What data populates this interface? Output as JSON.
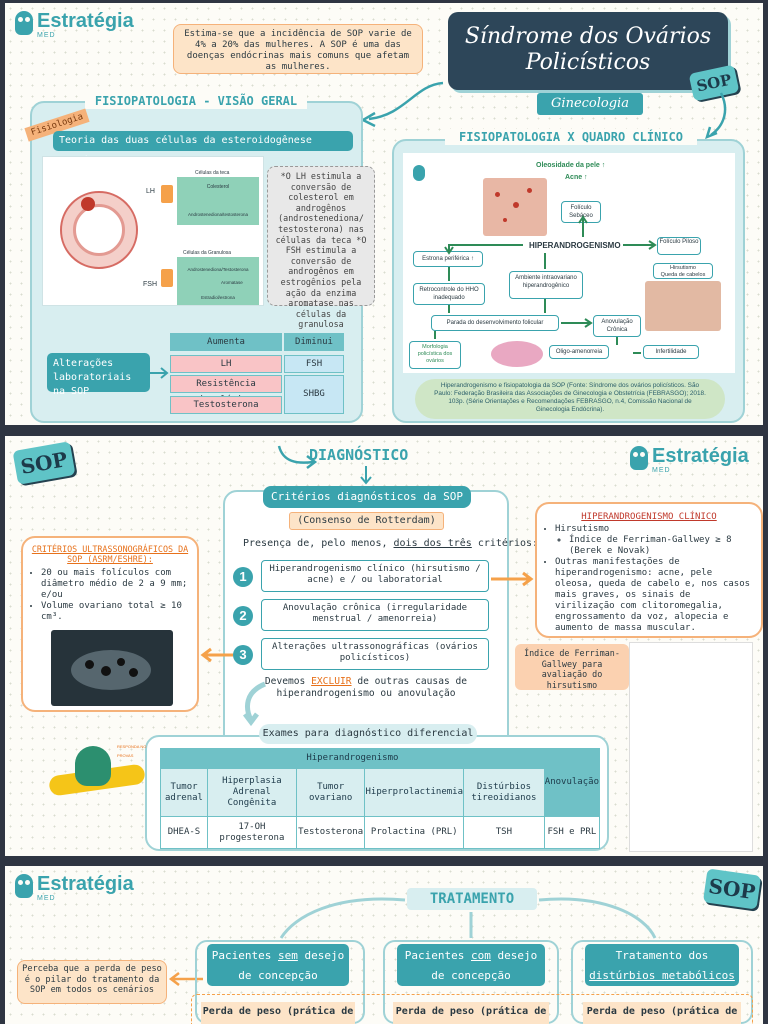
{
  "brand": {
    "name": "Estratégia",
    "sub": "MED"
  },
  "sop_tag": "SOP",
  "page1": {
    "title_line1": "Síndrome dos Ovários",
    "title_line2": "Policísticos",
    "subject": "Ginecologia",
    "intro": "Estima-se que a incidência de SOP varie de 4% a 20% das mulheres. A SOP é uma das doenças endócrinas mais comuns que afetam as mulheres.",
    "overview": {
      "heading": "FISIOPATOLOGIA - VISÃO GERAL",
      "ribbon": "Fisiologia",
      "theory": "Teoria das duas células da esteroidogênese ovariana",
      "lh": "LH",
      "fsh": "FSH",
      "cell_theca": "Células da teca",
      "colesterol": "Colesterol",
      "andro_testo": "Androstenediona/testosterona",
      "cell_granulosa": "Células da Granulosa",
      "andro_testo2": "Androstenediona/Testosterona",
      "aromatase": "Aromatase",
      "estradiol": "Estradiol/estrona",
      "note": "*O LH estimula a conversão de colesterol em androgênos (androstenediona/ testosterona) nas células da teca *O FSH estimula a conversão de androgênos em estrogênios pela ação da enzima aromatase nas células da granulosa",
      "lab_label": "Alterações laboratoriais na SOP",
      "lab_headers": [
        "Aumenta",
        "Diminui"
      ],
      "lab_increase": [
        "LH",
        "Resistência insulínica",
        "Testosterona"
      ],
      "lab_decrease": [
        "FSH",
        "SHBG"
      ]
    },
    "clinical": {
      "heading": "FISIOPATOLOGIA X QUADRO CLÍNICO",
      "oleosidade": "Oleosidade da pele ↑",
      "acne": "Acne ↑",
      "foliculo_sebaceo": "Folículo Sebáceo",
      "hiper": "HIPERANDROGENISMO",
      "foliculo_piloso": "Folículo Piloso",
      "hirsutismo": "Hirsutismo",
      "queda": "Queda de cabelos",
      "estrona": "Estrona periférica ↑",
      "ambiente": "Ambiente intraovariano hiperandrogênico",
      "retro": "Retrocontrole do HHO inadequado",
      "parada": "Parada do desenvolvimento folicular",
      "anovulacao": "Anovulação Crônica",
      "morfologia": "Morfologia policística dos ovários",
      "oligo": "Oligo-amenorreia",
      "infertilidade": "Infertilidade",
      "source": "Hiperandrogenismo e fisiopatologia da SOP (Fonte: Síndrome dos ovários policísticos. São Paulo: Federação Brasileira das Associações de Ginecologia e Obstetrícia (FEBRASGO); 2018. 103p. (Série Orientações e Recomendações FEBRASGO, n.4, Comissão Nacional de Ginecologia Endócrina)."
    }
  },
  "page2": {
    "title": "DIAGNÓSTICO",
    "criteria_title": "Critérios diagnósticos da SOP",
    "consensus": "(Consenso de Rotterdam)",
    "presence_pre": "Presença de, pelo menos, ",
    "presence_u": "dois dos três",
    "presence_post": " critérios:",
    "criteria": [
      {
        "num": "1",
        "text": "Hiperandrogenismo clínico (hirsutismo / acne) e / ou laboratorial"
      },
      {
        "num": "2",
        "text": "Anovulação crônica (irregularidade menstrual / amenorreia)"
      },
      {
        "num": "3",
        "text": "Alterações ultrassonográficas (ovários policísticos)"
      }
    ],
    "exclude_pre": "Devemos ",
    "exclude_word": "EXCLUIR",
    "exclude_post": " de outras causas de hiperandrogenismo ou anovulação",
    "us_title": "CRITÉRIOS ULTRASSONOGRÁFICOS DA SOP (ASRM/ESHRE):",
    "us_items": [
      "20 ou mais folículos com diâmetro médio de 2 a 9 mm; e/ou",
      "Volume ovariano total ≥ 10 cm³."
    ],
    "clin_title": "HIPERANDROGENISMO CLÍNICO",
    "clin_items": [
      "Hirsutismo",
      "Outras manifestações de hiperandrogenismo: acne, pele oleosa, queda de cabelo e, nos casos mais graves, os sinais de virilização com clitoromegalia, engrossamento da voz, alopecia e aumento de massa muscular."
    ],
    "clin_sub": "Índice de Ferriman-Gallwey ≥ 8 (Berek e Novak)",
    "ferriman": "Índice de Ferriman-Gallwey para avaliação do hirsutismo",
    "diff_title": "Exames para diagnóstico diferencial",
    "diff_group": "Hiperandrogenismo",
    "diff_anov": "Anovulação",
    "diff_cols": [
      "Tumor adrenal",
      "Hiperplasia Adrenal Congênita",
      "Tumor ovariano",
      "Hiperprolactinemia",
      "Distúrbios tireoidianos"
    ],
    "diff_vals": [
      "DHEA-S",
      "17-OH progesterona",
      "Testosterona",
      "Prolactina (PRL)",
      "TSH",
      "FSH e PRL"
    ],
    "mascot": "RESPONDA NO PROVAS"
  },
  "page3": {
    "title": "TRATAMENTO",
    "note": "Perceba que a perda de peso é o pilar do tratamento da SOP em todos os cenários",
    "columns": [
      {
        "pre": "Pacientes ",
        "u": "sem",
        "post": " desejo de concepção"
      },
      {
        "pre": "Pacientes ",
        "u": "com",
        "post": " desejo de concepção"
      },
      {
        "pre": "Tratamento dos ",
        "u": "distúrbios metabólicos",
        "post": ""
      }
    ],
    "weight": "Perda de peso (prática de"
  }
}
